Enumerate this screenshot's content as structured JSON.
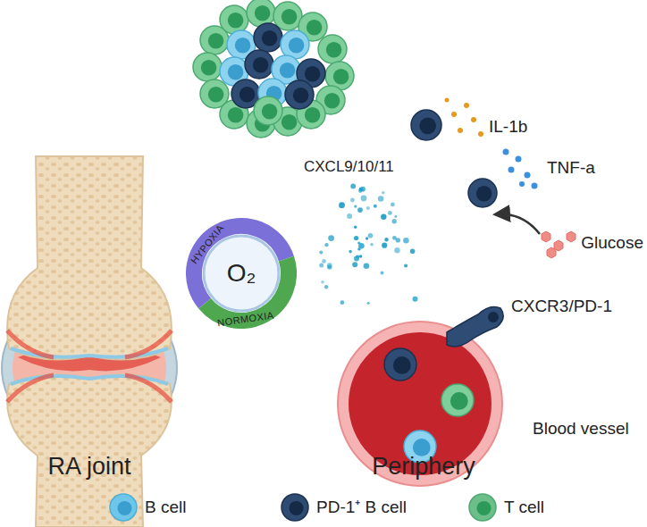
{
  "diagram": {
    "nodes": [
      {
        "text": [
          "O₂",
          "HYPOXIA",
          "NORMOXIA"
        ]
      }
    ],
    "labels": [
      "IL-1b",
      "TNF-a",
      "CXCL9/10/11",
      "Glucose",
      "CXCR3/PD-1",
      "Blood vessel",
      "RA joint",
      "Periphery"
    ],
    "legend": [
      {
        "text": "B cell",
        "color": "#6ec6ea"
      },
      {
        "text": "PD-1⁺ B cell",
        "color": "#2e4c72"
      },
      {
        "text": "T cell",
        "color": "#6dbf8a"
      }
    ]
  }
}
